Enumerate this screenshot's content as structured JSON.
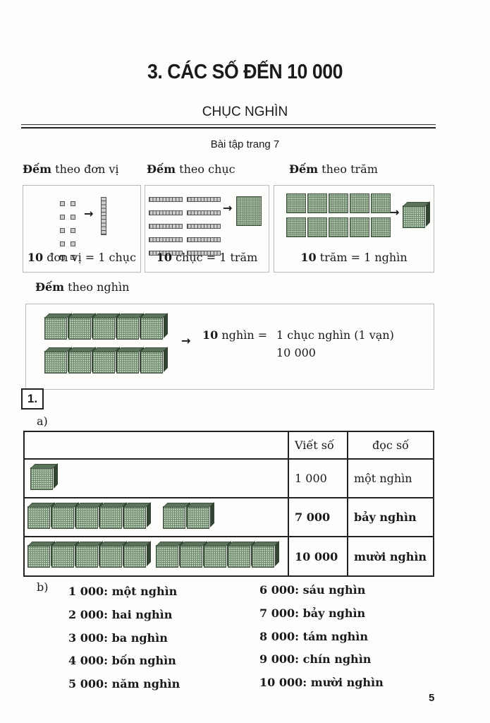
{
  "title": "3. CÁC SỐ ĐẾN 10 000",
  "subtitle": "CHỤC NGHÌN",
  "exercise_ref": "Bài tập trang 7",
  "counting": [
    {
      "bold": "Đếm",
      "rest": " theo đơn vị",
      "equation_num": "10",
      "equation_rest": " đơn vị = 1 chục"
    },
    {
      "bold": "Đếm",
      "rest": " theo chục",
      "equation_num": "10",
      "equation_rest": " chục = 1 trăm"
    },
    {
      "bold": "Đếm",
      "rest": " theo trăm",
      "equation_num": "10",
      "equation_rest": " trăm = 1 nghìn"
    },
    {
      "bold": "Đếm",
      "rest": " theo nghìn",
      "equation_num": "10",
      "equation_rest": " nghìn = ",
      "result": "1 chục nghìn (1 vạn)",
      "result_number": "10 000"
    }
  ],
  "exercise": {
    "number": "1.",
    "part_a": "a)",
    "table": {
      "headers": [
        "",
        "Viết số",
        "đọc số"
      ],
      "rows": [
        {
          "cubes": [
            1
          ],
          "number": "1 000",
          "words": "một nghìn",
          "bold": false
        },
        {
          "cubes": [
            5,
            2
          ],
          "number": "7 000",
          "words": "bảy nghìn",
          "bold": true
        },
        {
          "cubes": [
            5,
            5
          ],
          "number": "10 000",
          "words": "mười nghìn",
          "bold": true
        }
      ]
    },
    "part_b": "b)",
    "list_left": [
      "1 000: một nghìn",
      "2 000: hai nghìn",
      "3 000: ba nghìn",
      "4 000: bốn nghìn",
      "5 000: năm nghìn"
    ],
    "list_right": [
      "6 000: sáu nghìn",
      "7 000: bảy nghìn",
      "8 000: tám nghìn",
      "9 000: chín nghìn",
      "10 000: mười nghìn"
    ]
  },
  "page_number": "5"
}
